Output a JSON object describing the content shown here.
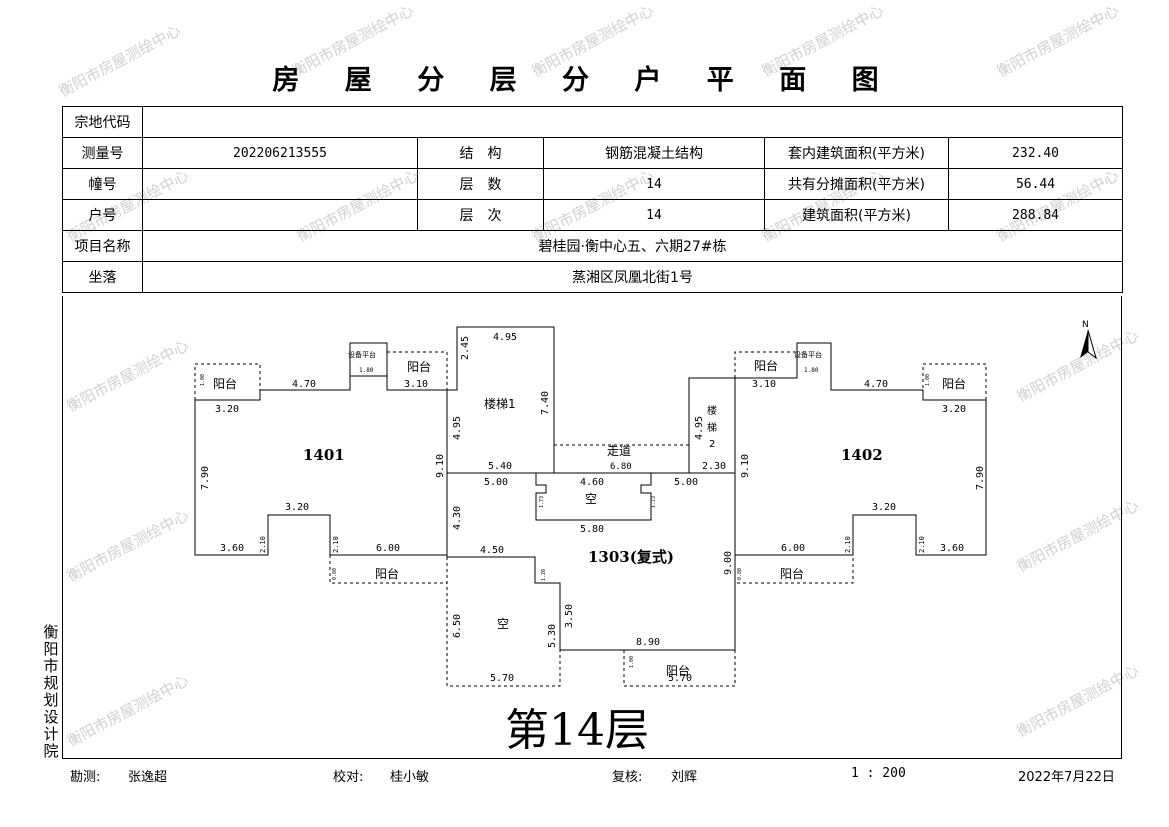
{
  "title": "房 屋 分 层 分 户 平 面 图",
  "watermark": "衡阳市房屋测绘中心",
  "table": {
    "parcel_code_label": "宗地代码",
    "parcel_code_value": "",
    "survey_no_label": "测量号",
    "survey_no_value": "202206213555",
    "structure_label": "结　构",
    "structure_value": "钢筋混凝土结构",
    "inner_area_label": "套内建筑面积(平方米)",
    "inner_area_value": "232.40",
    "building_no_label": "幢号",
    "building_no_value": "",
    "floors_label": "层　数",
    "floors_value": "14",
    "shared_area_label": "共有分摊面积(平方米)",
    "shared_area_value": "56.44",
    "unit_no_label": "户号",
    "unit_no_value": "",
    "level_label": "层　次",
    "level_value": "14",
    "building_area_label": "建筑面积(平方米)",
    "building_area_value": "288.84",
    "project_label": "项目名称",
    "project_value": "碧桂园·衡中心五、六期27#栋",
    "location_label": "坐落",
    "location_value": "蒸湘区凤凰北街1号"
  },
  "plan": {
    "north": "N",
    "unit_left": "1401",
    "unit_right": "1402",
    "unit_center": "1303(复式)",
    "balcony": "阳台",
    "equipment": "设备平台",
    "stair1": "楼梯1",
    "stair2_a": "楼",
    "stair2_b": "梯",
    "stair2_c": "2",
    "corridor": "走道",
    "void": "空",
    "dims": {
      "d470": "4.70",
      "d310": "3.10",
      "d320": "3.20",
      "d790": "7.90",
      "d210": "2.10",
      "d360": "3.60",
      "d600": "6.00",
      "d180": "1.80",
      "d495": "4.95",
      "d245": "2.45",
      "d740": "7.40",
      "d910": "9.10",
      "d540": "5.40",
      "d500": "5.00",
      "d460": "4.60",
      "d580": "5.80",
      "d430": "4.30",
      "d450": "4.50",
      "d650": "6.50",
      "d530": "5.30",
      "d350": "3.50",
      "d890": "8.90",
      "d570": "5.70",
      "d900": "9.00",
      "d230": "2.30",
      "d680": "6.80",
      "d173": "1.73",
      "d120": "1.20",
      "d100": "1.00",
      "d080": "0.80"
    }
  },
  "floor_label": "第14层",
  "sidebar_text": "衡阳市规划设计院",
  "footer": {
    "survey_label": "勘测:",
    "survey_name": "张逸超",
    "check_label": "校对:",
    "check_name": "桂小敏",
    "review_label": "复核:",
    "review_name": "刘辉",
    "scale": "1 : 200",
    "date": "2022年7月22日"
  }
}
